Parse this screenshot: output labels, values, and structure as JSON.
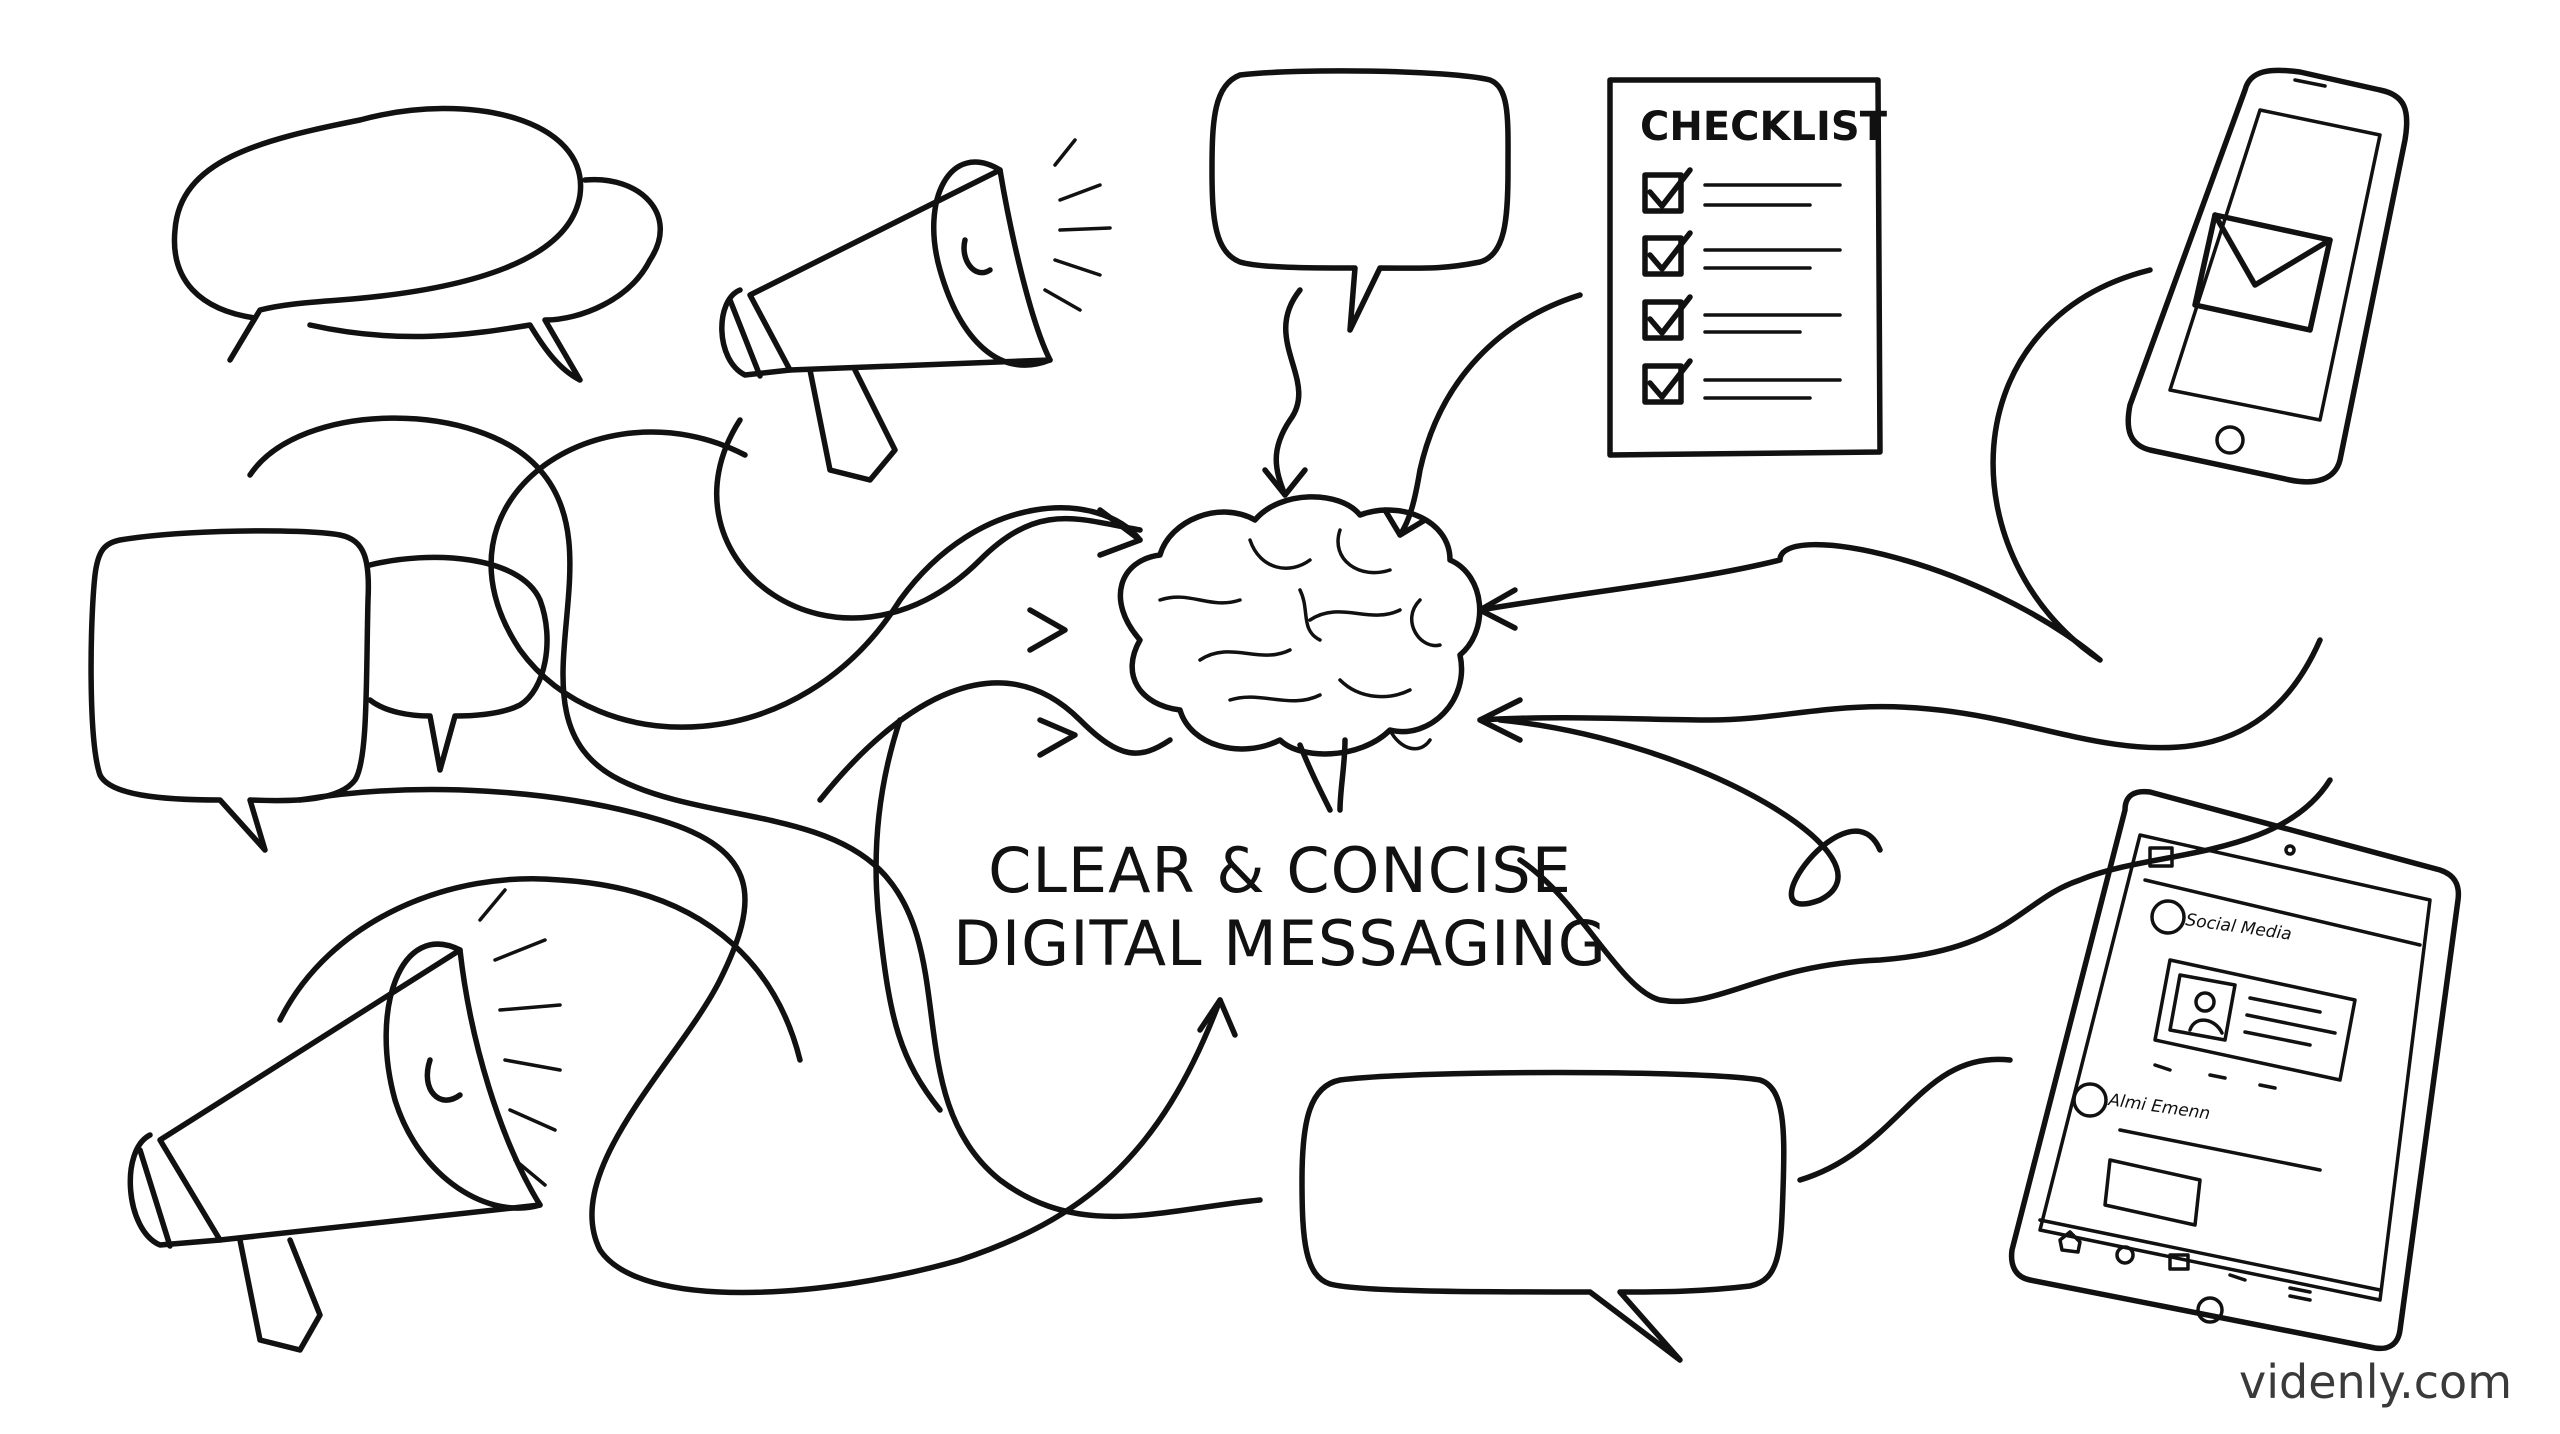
{
  "headline": {
    "line1": "CLEAR & CONCISE",
    "line2": "DIGITAL MESSAGING"
  },
  "checklist": {
    "title": "CHECKLIST",
    "items_checked": 4
  },
  "tablet": {
    "app_title": "Social Media",
    "post_author": "Almi Emenn"
  },
  "watermark": "videnly.com",
  "icons": [
    "speech-bubble-icon",
    "megaphone-icon",
    "brain-icon",
    "checklist-icon",
    "smartphone-icon",
    "envelope-icon",
    "tablet-icon"
  ],
  "colors": {
    "ink": "#111111",
    "background": "#ffffff"
  }
}
